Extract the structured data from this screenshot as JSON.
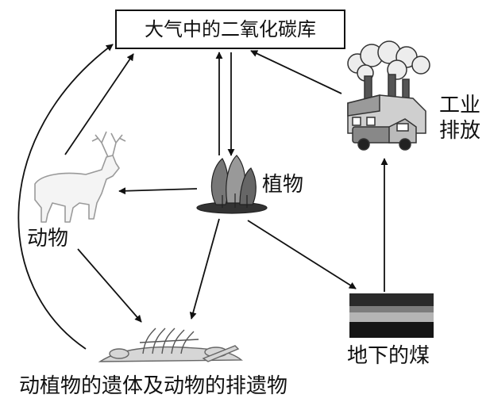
{
  "nodes": {
    "atmosphere": "大气中的二氧化碳库",
    "industry_line1": "工业",
    "industry_line2": "排放",
    "plants": "植物",
    "animals": "动物",
    "coal": "地下的煤",
    "remains": "动植物的遗体及动物的排遗物"
  },
  "icons": {
    "factory": "factory-with-truck-icon",
    "deer": "deer-icon",
    "trees": "trees-icon",
    "coal": "coal-layers-icon",
    "remains": "bones-remains-icon"
  },
  "colors": {
    "ink": "#111111",
    "gray": "#9a9a9a",
    "dark": "#333333"
  }
}
